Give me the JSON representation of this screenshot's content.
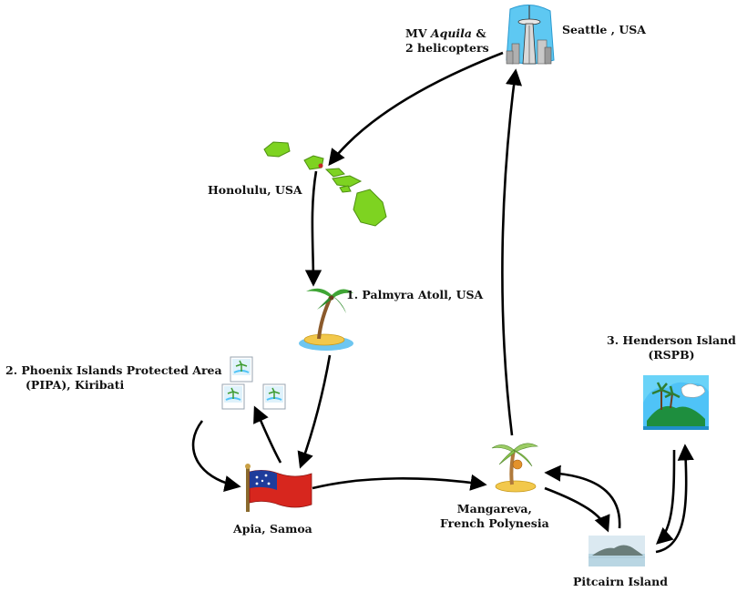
{
  "labels": {
    "seattle": "Seattle , USA",
    "vessel_prefix": "MV ",
    "vessel_name": "Aquila",
    "vessel_suffix": " &",
    "vessel_line2": "2 helicopters",
    "honolulu": "Honolulu, USA",
    "palmyra": "1. Palmyra Atoll, USA",
    "pipa_line1": "2. Phoenix Islands Protected Area",
    "pipa_line2": "(PIPA), Kiribati",
    "henderson_line1": "3. Henderson Island",
    "henderson_line2": "(RSPB)",
    "apia": "Apia, Samoa",
    "mangareva_line1": "Mangareva,",
    "mangareva_line2": "French Polynesia",
    "pitcairn": "Pitcairn Island"
  },
  "icons": {
    "seattle": "seattle-skyline-icon",
    "hawaii": "hawaiian-islands-icon",
    "palmyra": "palm-island-icon",
    "pipa": "small-island-pictures-icon",
    "samoa": "samoa-flag-icon",
    "mangareva": "palm-tree-icon",
    "henderson": "tropical-island-picture-icon",
    "pitcairn": "pitcairn-photo-icon"
  },
  "colors": {
    "arrow": "#000000",
    "island_green": "#7ed321",
    "flag_red": "#d7261e",
    "flag_blue": "#1f3c9b",
    "sky_blue": "#4fc3f7",
    "sand": "#f2c84b"
  }
}
